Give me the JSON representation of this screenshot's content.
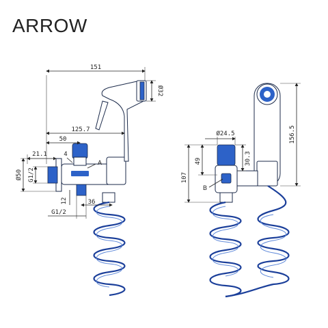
{
  "brand": {
    "name": "ARROW"
  },
  "colors": {
    "accent_blue": "#2d62c8",
    "hose_blue": "#1b3f9a",
    "line": "#222222"
  },
  "dimensions_left": {
    "overall_width": "151",
    "head_diameter": "Ø32",
    "spray_reach": "125.7",
    "valve_offset": "50",
    "handle_offset": "4",
    "wall_offset": "21.1",
    "flange_diameter": "Ø50",
    "inlet_thread": "G1/2",
    "thread_length": "12",
    "outlet_offset": "36",
    "outlet_thread": "G1/2",
    "callout": "A"
  },
  "dimensions_right": {
    "knob_diameter": "Ø24.5",
    "head_length": "156.5",
    "valve_height": "49",
    "body_height": "30.3",
    "total_height": "107",
    "callout": "B"
  }
}
